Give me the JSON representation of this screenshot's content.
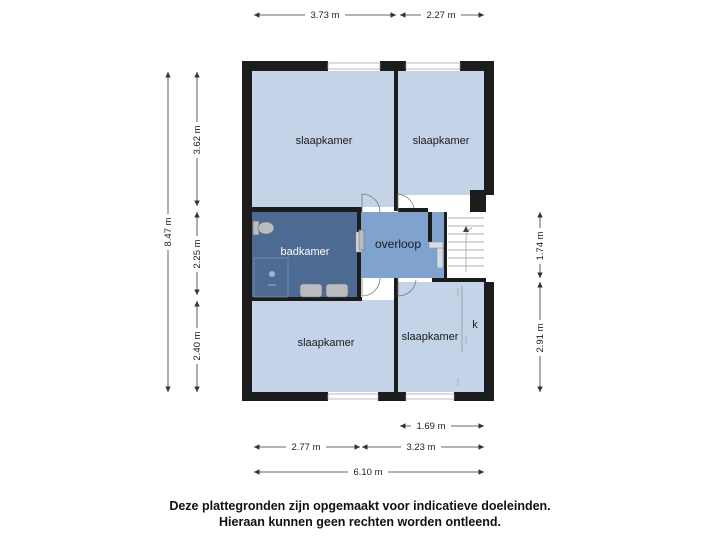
{
  "colors": {
    "bedroom": "#c4d3e8",
    "bathroom": "#4d6a92",
    "landing": "#7fa2ce",
    "wall": "#1c1c1c"
  },
  "rooms": {
    "bedroom_top_left": "slaapkamer",
    "bedroom_top_right": "slaapkamer",
    "bathroom": "badkamer",
    "landing": "overloop",
    "bedroom_bottom_left": "slaapkamer",
    "bedroom_bottom_right": "slaapkamer",
    "storage_marker": "k"
  },
  "dimensions": {
    "top_left": "3.73 m",
    "top_right": "2.27 m",
    "left_total": "8.47 m",
    "left_upper": "3.62 m",
    "left_middle": "2.25 m",
    "left_lower": "2.40 m",
    "right_upper": "1.74 m",
    "right_lower": "2.91 m",
    "bottom_door": "1.69 m",
    "bottom_left": "2.77 m",
    "bottom_right": "3.23 m",
    "bottom_total": "6.10 m"
  },
  "disclaimer": {
    "line1": "Deze plattegronden zijn opgemaakt voor indicatieve doeleinden.",
    "line2": "Hieraan kunnen geen rechten worden ontleend."
  }
}
